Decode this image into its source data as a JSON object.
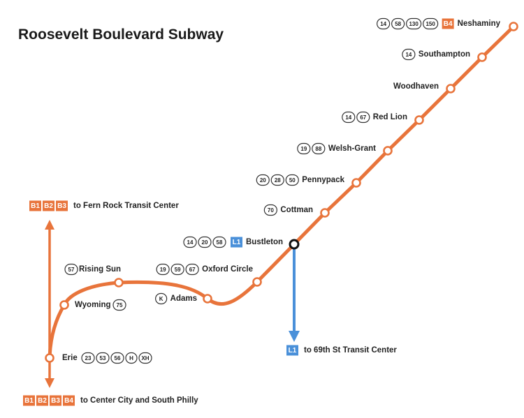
{
  "title": "Roosevelt Boulevard Subway",
  "colors": {
    "orange": "#E8743B",
    "blue": "#4A90D9",
    "text": "#222222"
  },
  "stations": {
    "neshaminy": {
      "name": "Neshaminy",
      "buses": [
        "14",
        "58",
        "130",
        "150"
      ],
      "lines": [
        "B4"
      ]
    },
    "southampton": {
      "name": "Southampton",
      "buses": [
        "14"
      ]
    },
    "woodhaven": {
      "name": "Woodhaven",
      "buses": []
    },
    "red_lion": {
      "name": "Red Lion",
      "buses": [
        "14",
        "67"
      ]
    },
    "welsh_grant": {
      "name": "Welsh-Grant",
      "buses": [
        "19",
        "88"
      ]
    },
    "pennypack": {
      "name": "Pennypack",
      "buses": [
        "20",
        "28",
        "50"
      ]
    },
    "cottman": {
      "name": "Cottman",
      "buses": [
        "70"
      ]
    },
    "bustleton": {
      "name": "Bustleton",
      "buses": [
        "14",
        "20",
        "58"
      ],
      "lines": [
        "L1"
      ]
    },
    "oxford_circle": {
      "name": "Oxford Circle",
      "buses": [
        "19",
        "59",
        "67"
      ]
    },
    "adams": {
      "name": "Adams",
      "buses": [
        "K"
      ]
    },
    "rising_sun": {
      "name": "Rising Sun",
      "buses": [
        "57"
      ]
    },
    "wyoming": {
      "name": "Wyoming",
      "buses": [
        "75"
      ]
    },
    "erie": {
      "name": "Erie",
      "buses": [
        "23",
        "53",
        "56",
        "H",
        "XH"
      ]
    }
  },
  "destinations": {
    "north": {
      "lines": [
        "B1",
        "B2",
        "B3"
      ],
      "text": "to Fern Rock Transit Center"
    },
    "south": {
      "lines": [
        "B1",
        "B2",
        "B3",
        "B4"
      ],
      "text": "to Center City and South Philly"
    },
    "l1": {
      "lines": [
        "L1"
      ],
      "text": "to 69th St Transit Center"
    }
  }
}
